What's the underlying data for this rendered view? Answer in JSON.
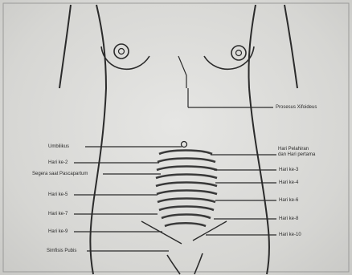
{
  "diagram": {
    "colors": {
      "paper": "#dcdcda",
      "ink": "#2b2b2b"
    },
    "labels_left": [
      "Umbilikus",
      "Hari ke-2",
      "Segera saat Pascapartum",
      "Hari ke-5",
      "Hari ke-7",
      "Hari ke-9",
      "Simfisis Pubis"
    ],
    "labels_right": [
      "Prosesus Xifoideus",
      "Hari Pelahiran",
      "dan Hari pertama",
      "Hari ke-3",
      "Hari ke-4",
      "Hari ke-6",
      "Hari ke-8",
      "Hari ke-10"
    ]
  }
}
